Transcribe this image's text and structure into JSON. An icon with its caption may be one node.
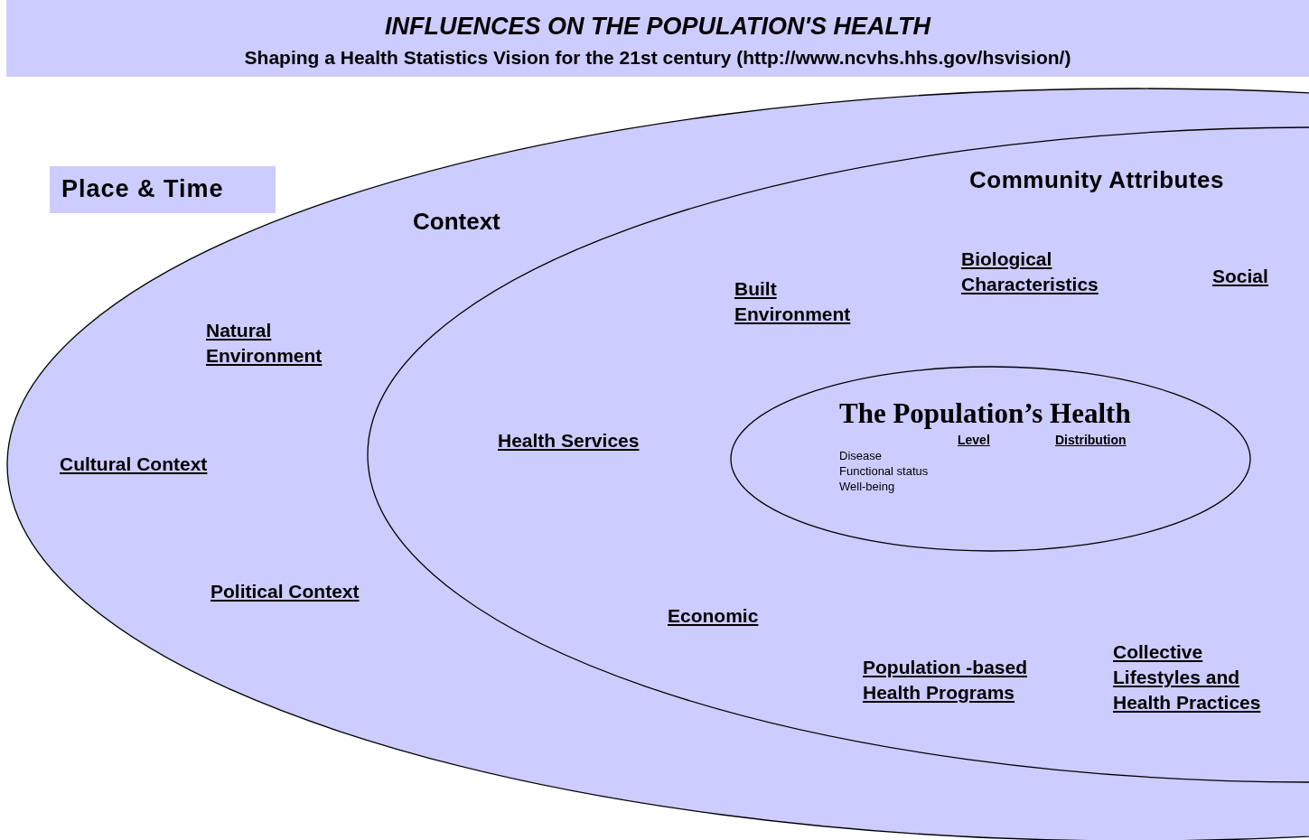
{
  "diagram": {
    "nodes": [
      {
        "text": [
          "INFLUENCES ON THE POPULATION'S HEALTH",
          "Shaping a Health Statistics Vision for the 21st century (http://www.ncvhs.hhs.gov/hsvision/)"
        ]
      },
      {
        "text": [
          "Place & Time"
        ]
      },
      {
        "text": [
          "Context"
        ]
      },
      {
        "text": [
          "Community Attributes"
        ],
        "in": 2
      },
      {
        "text": [
          "The Population’s Health",
          "Level",
          "Distribution",
          "Disease",
          "Functional status",
          "Well-being"
        ],
        "in": 3
      }
    ],
    "labels": [
      "Biological Characteristics",
      "Social",
      "Built Environment",
      "Natural Environment",
      "Health Services",
      "Cultural Context",
      "Political Context",
      "Economic",
      "Collective Lifestyles and Health Practices",
      "Population -based Health Programs"
    ]
  }
}
